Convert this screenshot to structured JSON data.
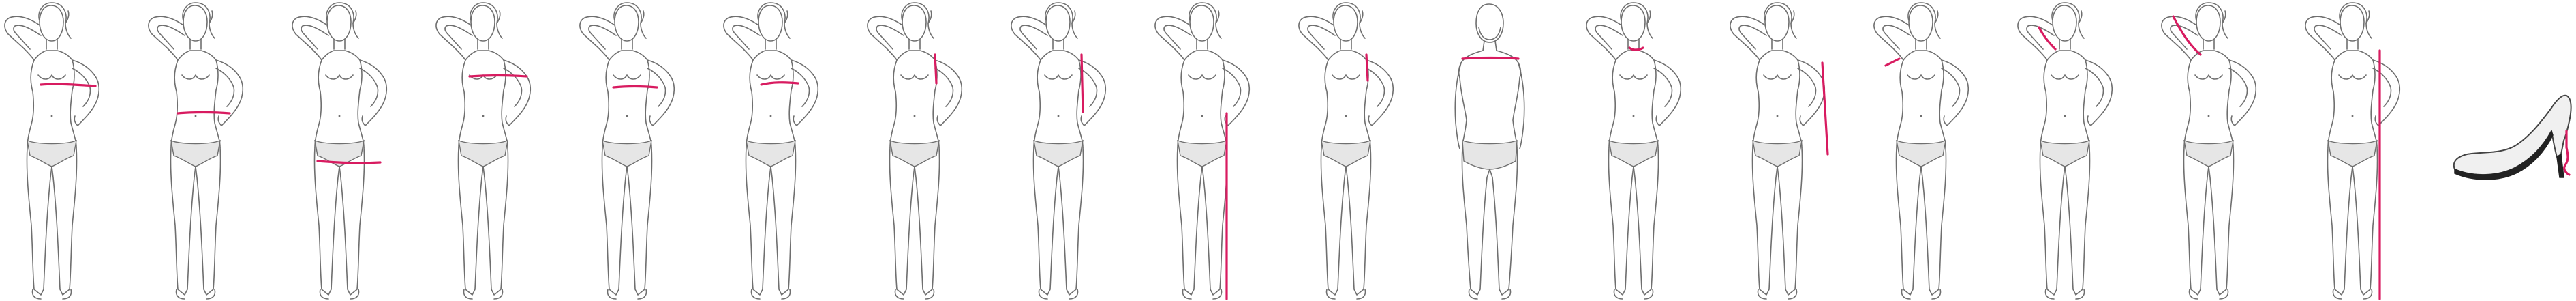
{
  "colors": {
    "measure_line": "#d81b60",
    "outline": "#6f6f6f",
    "brief_fill": "#e6e6e6",
    "shoe_fill": "#f0f0f0",
    "shoe_sole": "#222222"
  },
  "figures": [
    {
      "id": "fig-01",
      "view": "front",
      "measure": "bust"
    },
    {
      "id": "fig-02",
      "view": "front",
      "measure": "waist"
    },
    {
      "id": "fig-03",
      "view": "front",
      "measure": "hips"
    },
    {
      "id": "fig-04",
      "view": "front",
      "measure": "chest"
    },
    {
      "id": "fig-05",
      "view": "front",
      "measure": "underbust"
    },
    {
      "id": "fig-06",
      "view": "front",
      "measure": "bust-point"
    },
    {
      "id": "fig-07",
      "view": "front",
      "measure": "side-upper"
    },
    {
      "id": "fig-08",
      "view": "front",
      "measure": "side-long"
    },
    {
      "id": "fig-09",
      "view": "front",
      "measure": "outseam-full"
    },
    {
      "id": "fig-10",
      "view": "front",
      "measure": "side-short"
    },
    {
      "id": "fig-11",
      "view": "back",
      "measure": "back-width"
    },
    {
      "id": "fig-12",
      "view": "front",
      "measure": "neck"
    },
    {
      "id": "fig-13",
      "view": "front",
      "measure": "arm-length"
    },
    {
      "id": "fig-14",
      "view": "front",
      "measure": "shoulder"
    },
    {
      "id": "fig-15",
      "view": "front",
      "measure": "upper-arm-slope"
    },
    {
      "id": "fig-16",
      "view": "front",
      "measure": "arm-diagonal"
    },
    {
      "id": "fig-17",
      "view": "front",
      "measure": "full-height"
    }
  ],
  "shoe": {
    "id": "shoe",
    "measure": "heel-height",
    "icon": "high-heel-shoe-icon"
  }
}
